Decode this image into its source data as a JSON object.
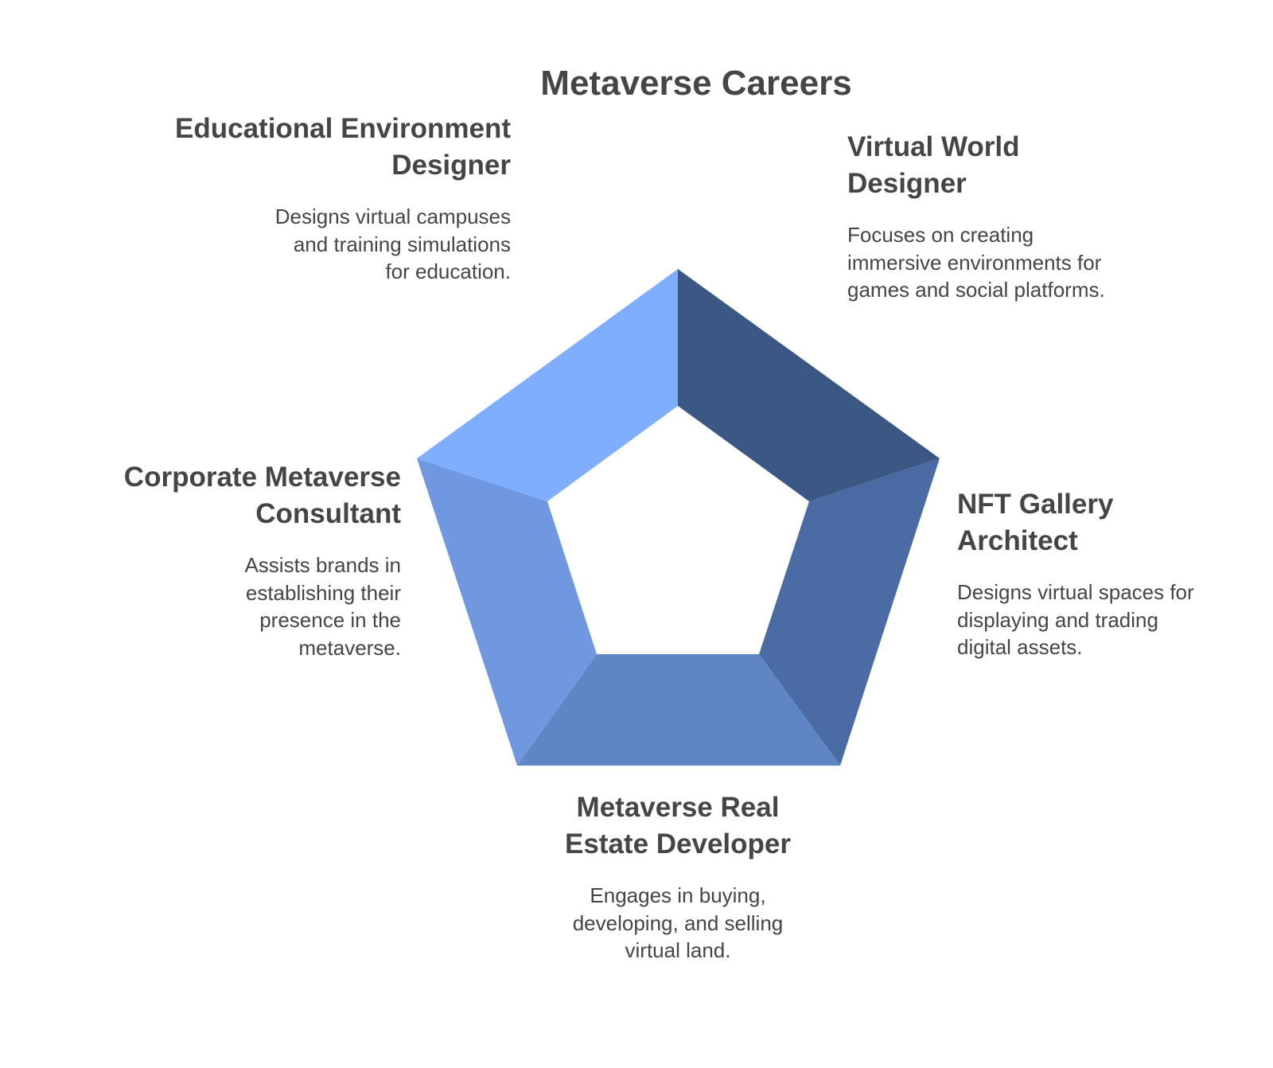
{
  "title": "Metaverse Careers",
  "items": [
    {
      "heading": "Virtual World Designer",
      "description": "Focuses on creating immersive environments for games and social platforms.",
      "color": "#3B5784"
    },
    {
      "heading": "NFT Gallery Architect",
      "description": "Designs virtual spaces for displaying and trading digital assets.",
      "color": "#4A6BA3"
    },
    {
      "heading": "Metaverse Real Estate Developer",
      "description": "Engages in buying, developing, and selling virtual land.",
      "color": "#5F85C4"
    },
    {
      "heading": "Corporate Metaverse Consultant",
      "description": "Assists brands in establishing their presence in the metaverse.",
      "color": "#7098E0"
    },
    {
      "heading": "Educational Environment Designer",
      "description": "Designs virtual campuses and training simulations for education.",
      "color": "#80AEFF"
    }
  ]
}
